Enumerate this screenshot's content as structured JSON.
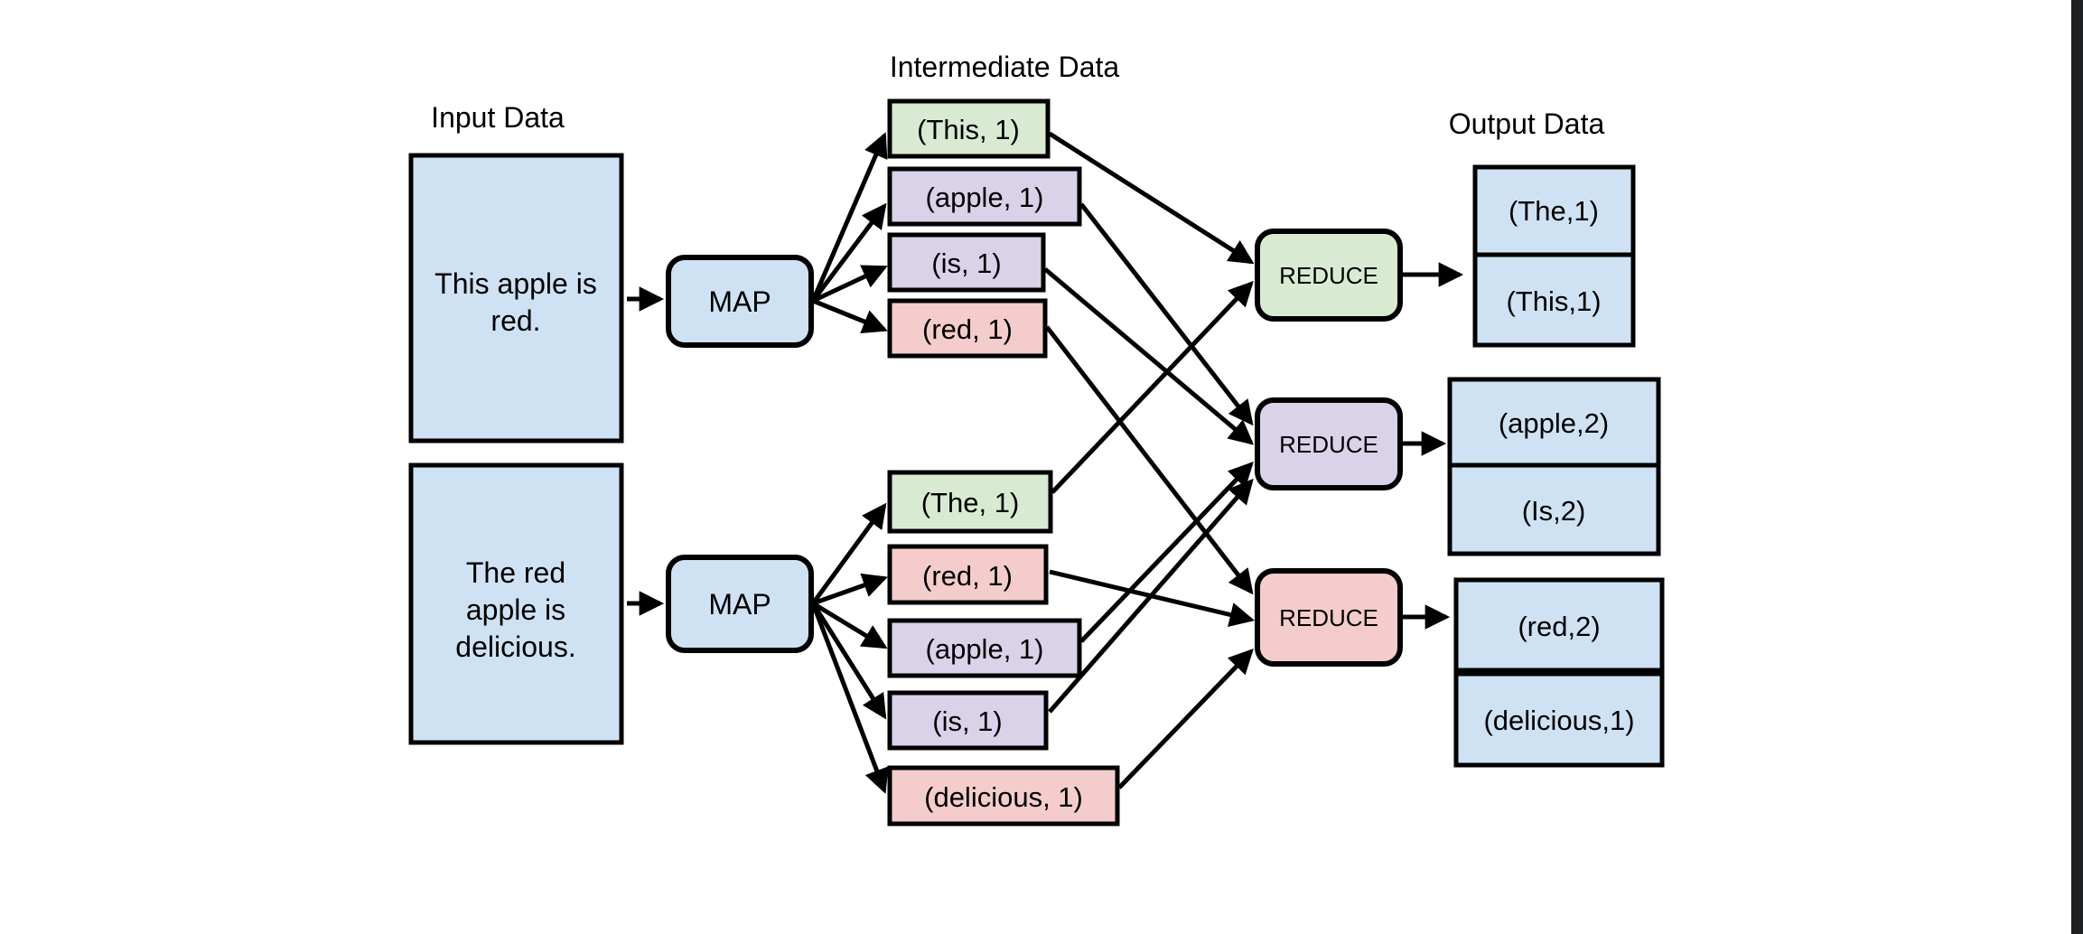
{
  "colors": {
    "blue": "#cfe2f3",
    "green": "#d9ead3",
    "purple": "#d9d2e9",
    "pink": "#f4cccc",
    "stroke": "#000000",
    "screen_edge": "#1f2022"
  },
  "labels": {
    "input": "Input Data",
    "intermediate": "Intermediate Data",
    "output": "Output Data"
  },
  "map_label": "MAP",
  "reduce_label": "REDUCE",
  "input_boxes": [
    {
      "lines": [
        "This apple is",
        "red."
      ]
    },
    {
      "lines": [
        "The red",
        "apple is",
        "delicious."
      ]
    }
  ],
  "intermediate_top": [
    {
      "text": "(This, 1)"
    },
    {
      "text": "(apple, 1)"
    },
    {
      "text": "(is, 1)"
    },
    {
      "text": "(red, 1)"
    }
  ],
  "intermediate_bottom": [
    {
      "text": "(The, 1)"
    },
    {
      "text": "(red, 1)"
    },
    {
      "text": "(apple, 1)"
    },
    {
      "text": "(is, 1)"
    },
    {
      "text": "(delicious, 1)"
    }
  ],
  "output_stacks": [
    {
      "cells": [
        "(The,1)",
        "(This,1)"
      ]
    },
    {
      "cells": [
        "(apple,2)",
        "(Is,2)"
      ]
    },
    {
      "cells": [
        "(red,2)",
        "(delicious,1)"
      ]
    }
  ]
}
